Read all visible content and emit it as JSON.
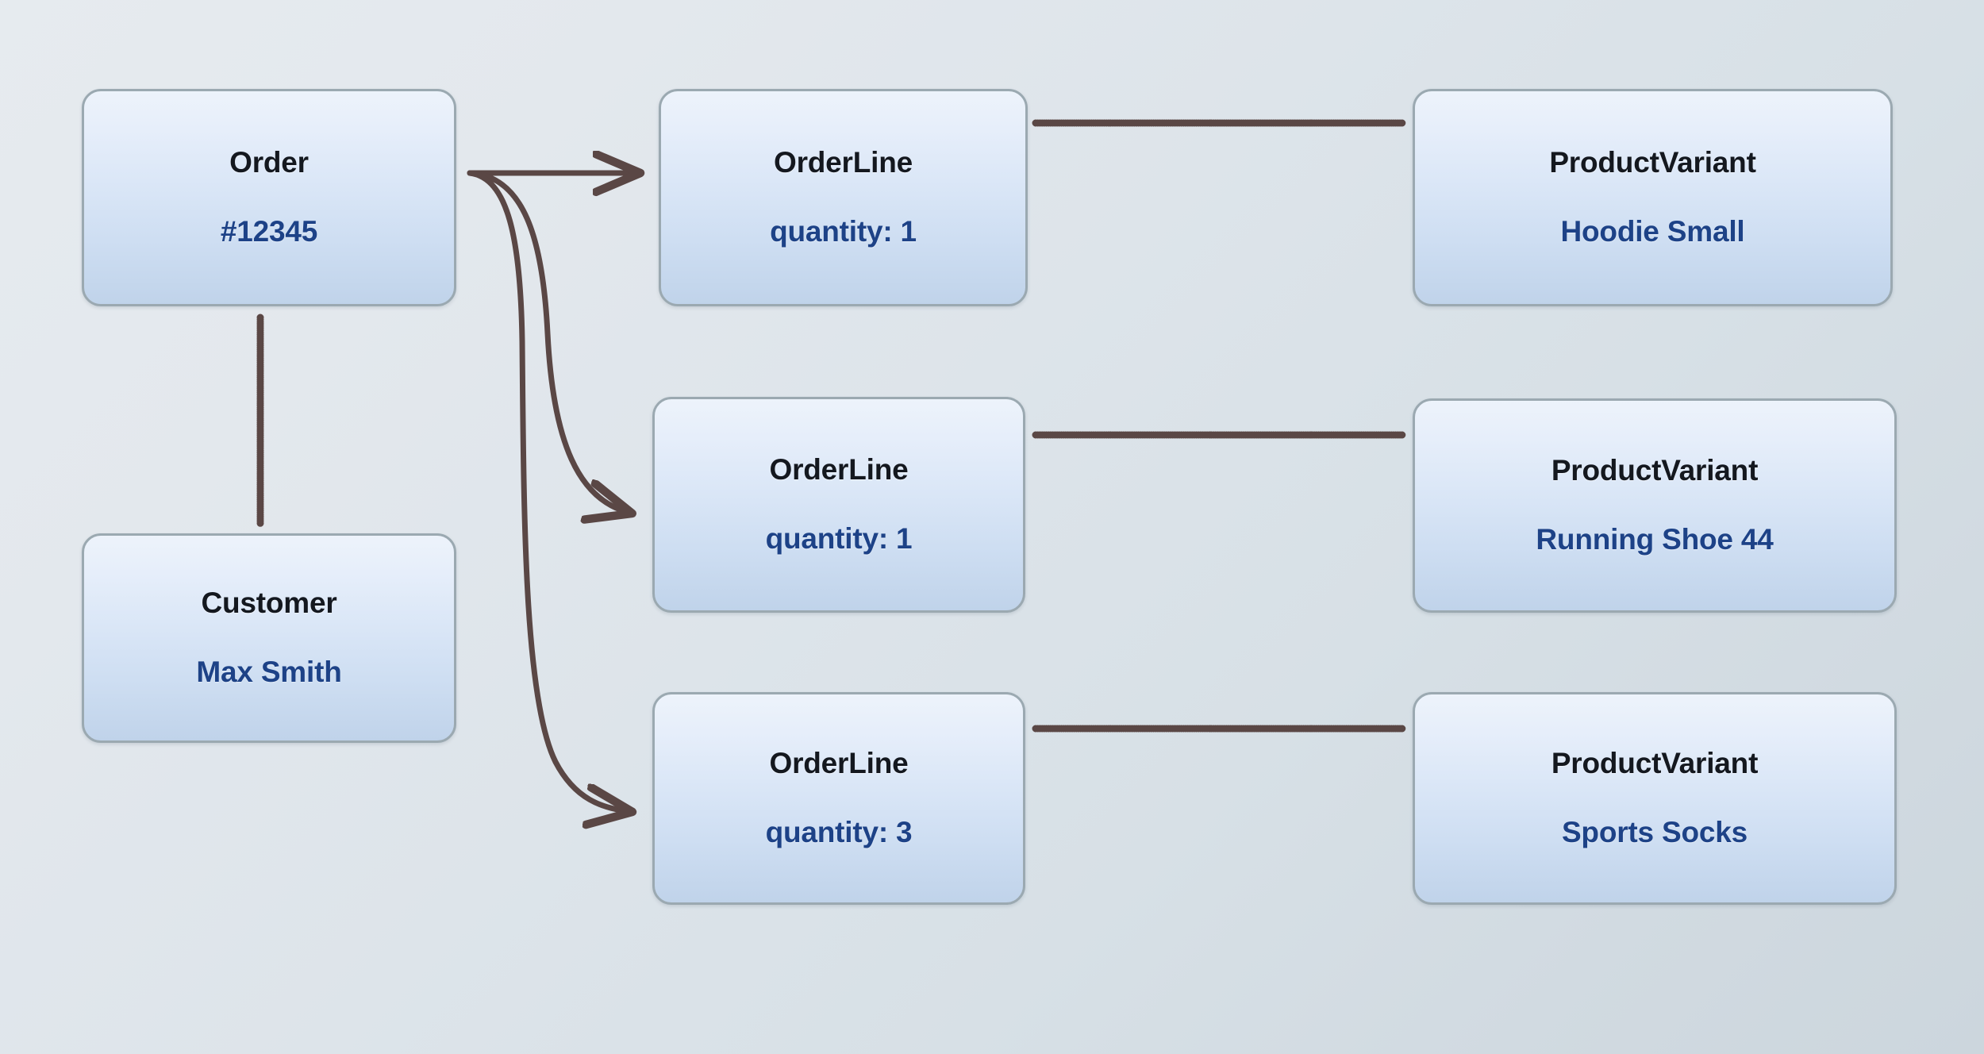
{
  "diagram": {
    "kind": "entity-relationship-object-diagram",
    "background_color_top_left": "#e6ebef",
    "background_color_bottom_right": "#ccd6dd",
    "node_border_color": "#9ba9b1",
    "node_fill_top": "#edf3fb",
    "node_fill_bottom": "#c0d3ea",
    "title_text_color": "#14181f",
    "subtitle_text_color": "#1d4287",
    "connector_color": "#5a4745"
  },
  "nodes": {
    "order": {
      "title": "Order",
      "subtitle": "#12345"
    },
    "customer": {
      "title": "Customer",
      "subtitle": "Max Smith"
    },
    "order_lines": [
      {
        "title": "OrderLine",
        "subtitle": "quantity: 1"
      },
      {
        "title": "OrderLine",
        "subtitle": "quantity: 1"
      },
      {
        "title": "OrderLine",
        "subtitle": "quantity: 3"
      }
    ],
    "product_variants": [
      {
        "title": "ProductVariant",
        "subtitle": "Hoodie Small"
      },
      {
        "title": "ProductVariant",
        "subtitle": "Running Shoe 44"
      },
      {
        "title": "ProductVariant",
        "subtitle": "Sports Socks"
      }
    ]
  },
  "edges": {
    "order_to_lines": [
      {
        "from": "order",
        "to": "order_line_1",
        "style": "solid-arrow"
      },
      {
        "from": "order",
        "to": "order_line_2",
        "style": "solid-arrow"
      },
      {
        "from": "order",
        "to": "order_line_3",
        "style": "solid-arrow"
      }
    ],
    "order_to_customer": {
      "from": "order",
      "to": "customer",
      "style": "dotted"
    },
    "line_to_variant": [
      {
        "from": "order_line_1",
        "to": "product_variant_1",
        "style": "dotted"
      },
      {
        "from": "order_line_2",
        "to": "product_variant_2",
        "style": "dotted"
      },
      {
        "from": "order_line_3",
        "to": "product_variant_3",
        "style": "dotted"
      }
    ]
  }
}
